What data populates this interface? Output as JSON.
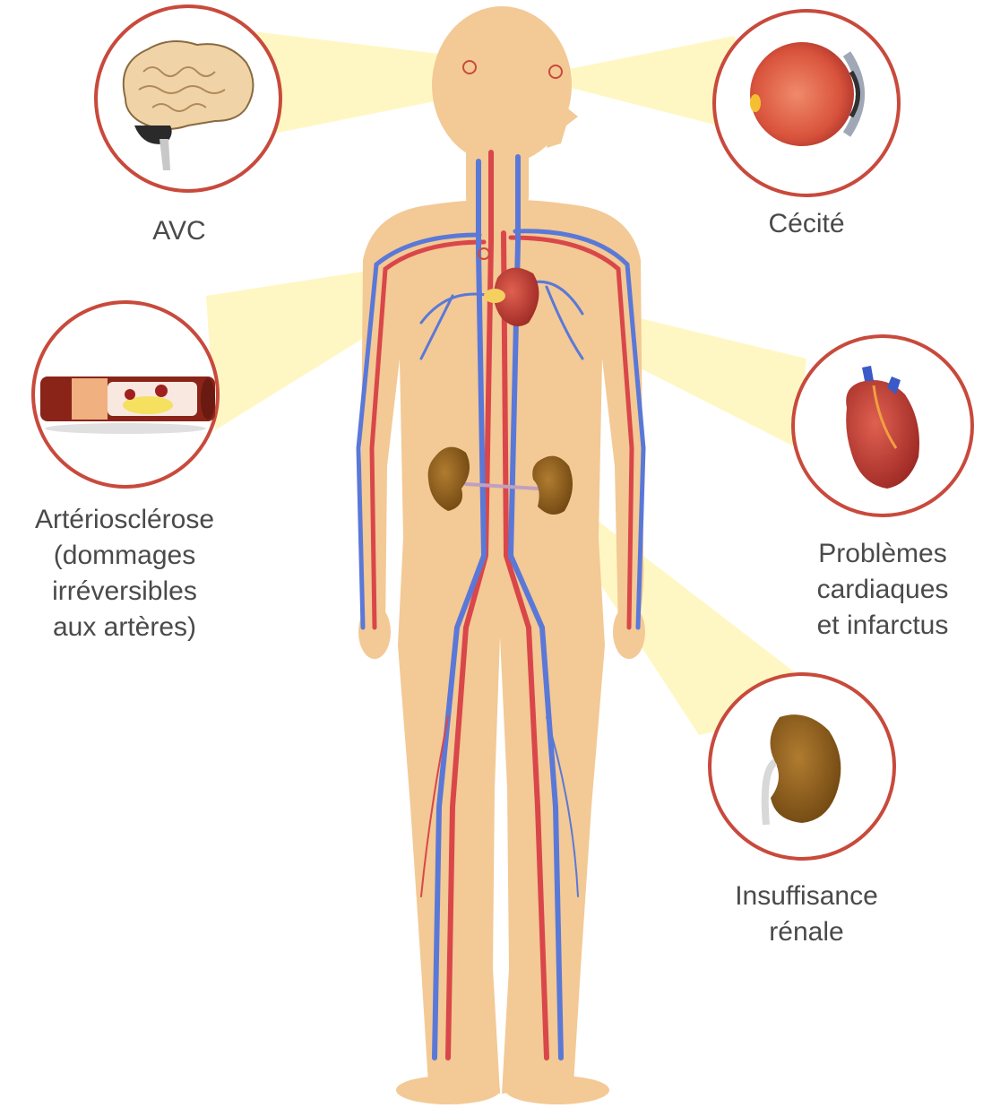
{
  "labels": {
    "stroke": {
      "lines": [
        "AVC"
      ]
    },
    "blindness": {
      "lines": [
        "Cécité"
      ]
    },
    "arteriosclerosis": {
      "lines": [
        "Artériosclérose",
        "(dommages",
        "irréversibles",
        "aux artères)"
      ]
    },
    "heart": {
      "lines": [
        "Problèmes",
        "cardiaques",
        "et infarctus"
      ]
    },
    "kidney": {
      "lines": [
        "Insuffisance",
        "rénale"
      ]
    }
  },
  "colors": {
    "skin": "#f3c995",
    "beam": "#fff6b8",
    "ring": "#c84a3c",
    "artery": "#d9474a",
    "vein": "#5a78d8",
    "kidney": "#8a5a1c",
    "heart": "#b8322e",
    "text": "#4a4a4a"
  },
  "icons": {
    "stroke": "brain-icon",
    "blindness": "eye-icon",
    "arteriosclerosis": "artery-plaque-icon",
    "heart": "heart-icon",
    "kidney": "kidney-icon"
  }
}
